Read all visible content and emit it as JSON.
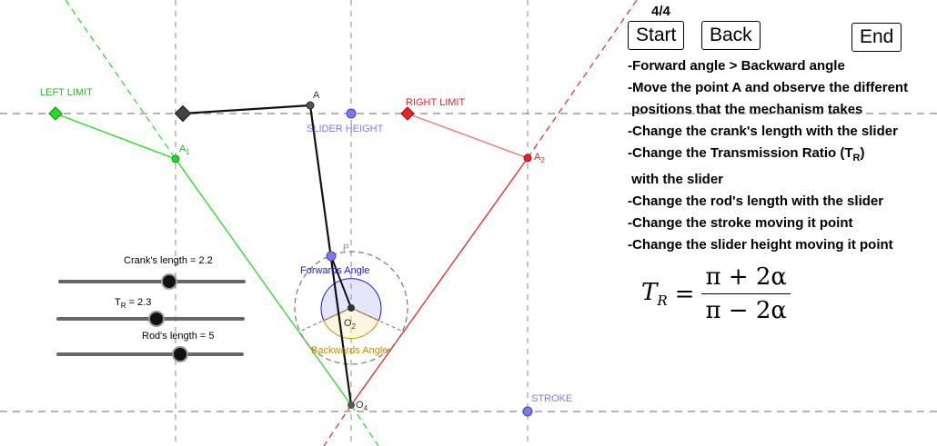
{
  "nav": {
    "page": "4/4",
    "start": "Start",
    "back": "Back",
    "end": "End"
  },
  "instructions": [
    "-Forward angle > Backward angle",
    "-Move the point A and observe the different",
    " positions that the mechanism takes",
    "-Change the crank's length with the slider",
    "-Change the Transmission Ratio (T",
    " with the slider",
    "-Change the rod's length with the slider",
    "-Change the stroke moving it point",
    "-Change the slider height moving it point"
  ],
  "tr_subscript": "R",
  "tr_close": ")",
  "sliders": {
    "crank": {
      "label": "Crank's length = 2.2",
      "value": 2.2
    },
    "tr": {
      "label_main": "T",
      "label_sub": "R",
      "label_rest": " = 2.3",
      "value": 2.3
    },
    "rod": {
      "label": "Rod's length = 5",
      "value": 5
    }
  },
  "diagram": {
    "left_limit": "LEFT LIMIT",
    "right_limit": "RIGHT LIMIT",
    "slider_height": "SLIDER HEIGHT",
    "stroke": "STROKE",
    "point_a": "A",
    "point_a1": "A",
    "point_a1_sub": "1",
    "point_a2": "A",
    "point_a2_sub": "2",
    "point_o2": "O",
    "point_o2_sub": "2",
    "point_o4": "O",
    "point_o4_sub": "4",
    "point_p": "P",
    "forwards_angle": "Forwards Angle",
    "backwards_angle": "Backwards Angle"
  },
  "formula": {
    "lhs": "T",
    "lhs_sub": "R",
    "eq": "=",
    "num": "π + 2α",
    "den": "π − 2α"
  },
  "colors": {
    "green": "#22dd22",
    "red": "#ee2222",
    "blue_point": "#7b7bf0",
    "dark_blue": "#1a1acc",
    "orange": "#cc8800",
    "grid": "#888888"
  }
}
